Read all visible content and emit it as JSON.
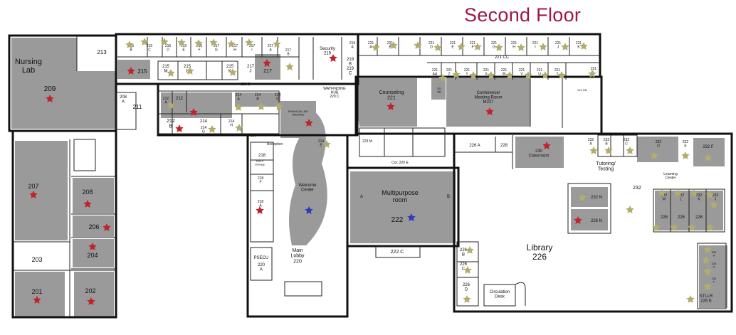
{
  "title": "Second Floor",
  "colors": {
    "accent": "#a01548",
    "shaded_room": "#9a9a9a",
    "red_star": "#c0242b",
    "olive_star": "#b2ad6e",
    "blue_star": "#2d3bb8"
  },
  "rooms": {
    "nursing_lab": "Nursing\nLab",
    "r209": "209",
    "r213": "213",
    "r211": "211",
    "r208a": "208\nA",
    "r207": "207",
    "r208": "208",
    "r206": "206",
    "r204": "204",
    "r203": "203",
    "r201": "201",
    "r202": "202",
    "r215": "215",
    "r215m": "215\nM",
    "r215l": "215\nL",
    "r215k": "215\nK",
    "r217j": "217\nJ",
    "r217": "217",
    "r216b": "215\nB",
    "r215c": "215\nC",
    "r215d": "215\nD",
    "r215e": "215\nE",
    "r215f": "215\nF",
    "r217g": "217\nG",
    "r217h": "217\nH",
    "r217i": "217\nI",
    "r217a": "217\nA",
    "r217b": "217\nB",
    "corr220d": "220 D",
    "security": "Security\n219",
    "r219a": "219\nA",
    "r219b": "219\nB",
    "r219c": "219\nC",
    "wayfinding": "WAYFINDING\nHUB\n220 C",
    "r212a": "212\nA",
    "r212": "212",
    "r212b": "212\nB",
    "r214a": "214\nA",
    "r214b": "214\nB",
    "r214c": "214\nC",
    "r214": "214",
    "r214g": "214\nG",
    "r214h": "214\nH",
    "financial_aid": "FINANCIAL AID\nWAITING",
    "r214e": "214\nE",
    "r218": "218",
    "r218c": "218 C\nStorage",
    "r218f": "218\nF",
    "r218a": "218\nA",
    "r216": "216",
    "reception": "Reception",
    "welcome_center": "Welcome\nCenter",
    "psecu": "PSECU",
    "r220a": "220\nA",
    "main_lobby": "Main\nLobby\n220",
    "counseling": "Counseling\n221",
    "r221a": "221\nA",
    "r221b": "221\nB",
    "r221d": "221\nD",
    "r221e": "221\nE",
    "r221f": "221\nF",
    "r221g": "221\nG",
    "r221h": "221\nH",
    "r221i": "221\nI",
    "r221j": "221\nJ",
    "r221cc": "221 CC",
    "r221aa": "221\nAA",
    "r221z": "221\nZ",
    "r221y": "221\nY",
    "r221x": "221\nX",
    "r221w": "221\nW",
    "r221v": "221\nV",
    "r221u": "221\nU",
    "r221t": "221\nT",
    "r221bb": "221\nBB",
    "r221k": "221\nK",
    "r221l": "221\nL",
    "r221dd": "221 DD",
    "conference": "Conference/\nMeeting Room\nM227",
    "r223m": "223 M",
    "corr220e": "Cor. 220 E",
    "multipurpose": "Multipurpose\nroom",
    "r222": "222",
    "r222a": "A",
    "r222b": "B",
    "r222c": "222  C",
    "r226a": "226  A",
    "r228": "228",
    "r230": "230\nClassroom",
    "r232a": "232\nA",
    "r232b": "232\nB",
    "r232c": "232\nC",
    "r232d": "232\nD",
    "r232e": "232\nE",
    "r232f": "232  F",
    "tutoring": "Tutoring/\nTesting",
    "learning_center": "Learning\nCenter",
    "r232": "232",
    "r232n": "232  N",
    "r226n": "226  N",
    "r232m": "232\nM",
    "r232l": "232\nL",
    "r232k": "232\nK",
    "r232j": "232\nJ",
    "r226_1": "226",
    "r226_2": "226",
    "r226_3": "226",
    "library": "Library\n226",
    "r226b": "226\nB",
    "r226c": "226\nC",
    "r226d": "226\nD",
    "circulation": "Circulation\nDesk",
    "r226h": "226\nH",
    "r226g": "226\nG",
    "r226f": "226\nF",
    "stllr": "STLLR\n226 E"
  }
}
